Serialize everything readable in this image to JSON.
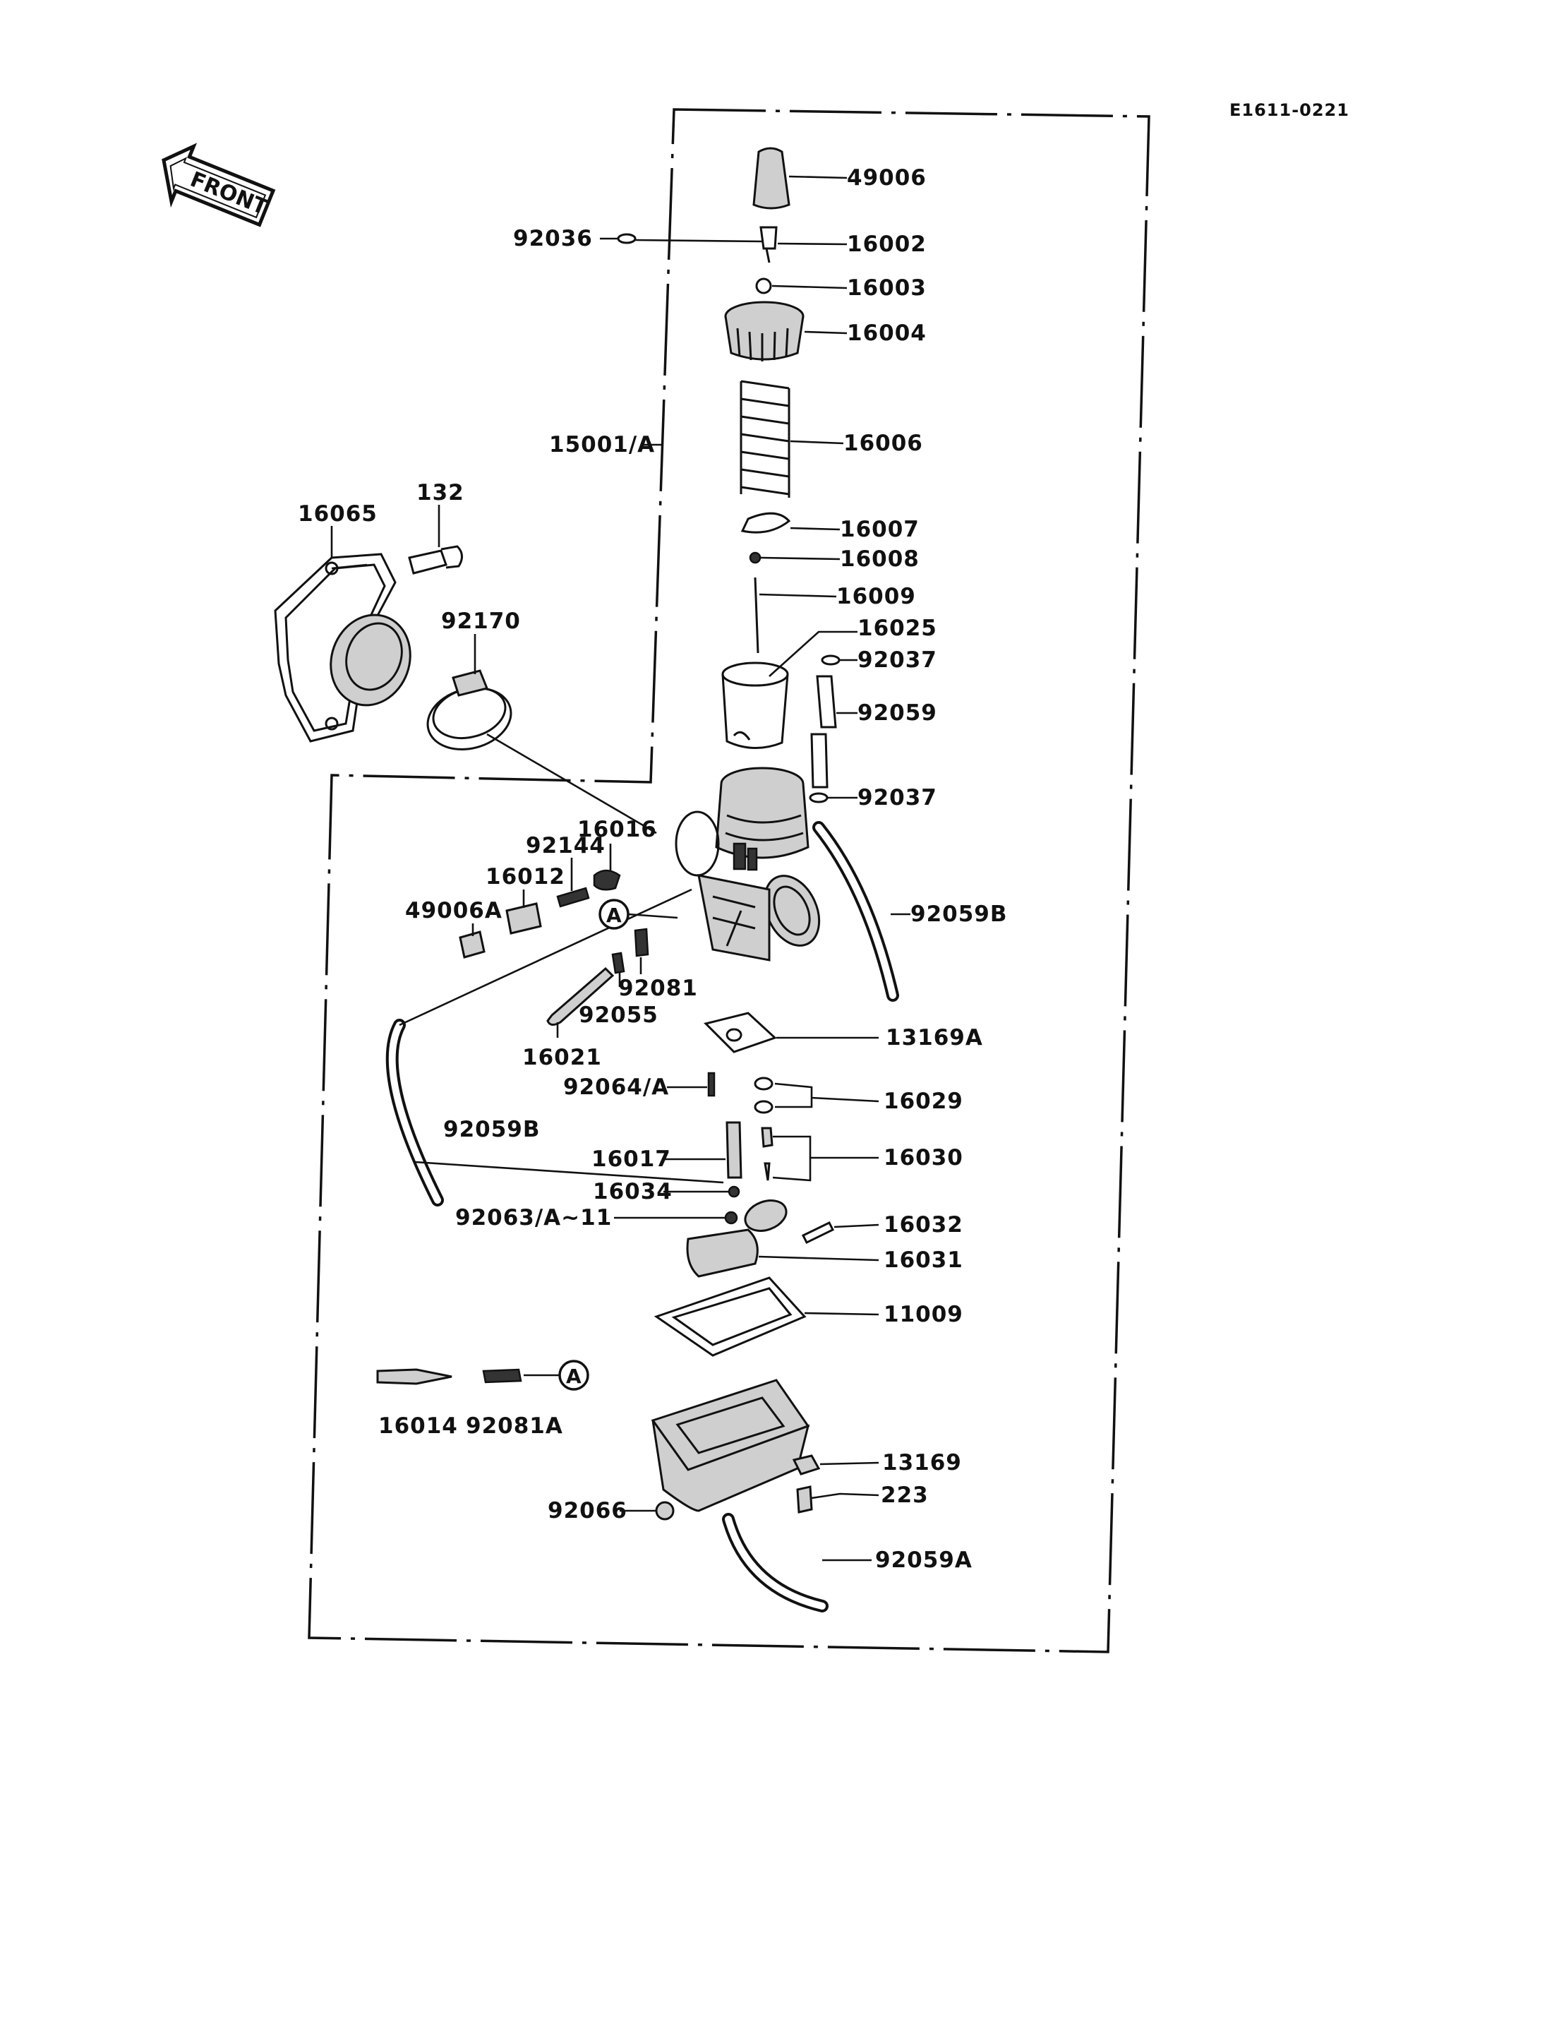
{
  "diagram_code": "E1611-0221",
  "front_label": "FRONT",
  "callouts": [
    {
      "id": "49006",
      "label": "49006"
    },
    {
      "id": "92036",
      "label": "92036"
    },
    {
      "id": "16002",
      "label": "16002"
    },
    {
      "id": "16003",
      "label": "16003"
    },
    {
      "id": "16004",
      "label": "16004"
    },
    {
      "id": "15001A",
      "label": "15001/A"
    },
    {
      "id": "16006",
      "label": "16006"
    },
    {
      "id": "16065",
      "label": "16065"
    },
    {
      "id": "132",
      "label": "132"
    },
    {
      "id": "16007",
      "label": "16007"
    },
    {
      "id": "16008",
      "label": "16008"
    },
    {
      "id": "16009",
      "label": "16009"
    },
    {
      "id": "92170",
      "label": "92170"
    },
    {
      "id": "16025",
      "label": "16025"
    },
    {
      "id": "92037a",
      "label": "92037"
    },
    {
      "id": "92059",
      "label": "92059"
    },
    {
      "id": "92037b",
      "label": "92037"
    },
    {
      "id": "16016",
      "label": "16016"
    },
    {
      "id": "92144",
      "label": "92144"
    },
    {
      "id": "16012",
      "label": "16012"
    },
    {
      "id": "49006A",
      "label": "49006A"
    },
    {
      "id": "92059B_right",
      "label": "92059B"
    },
    {
      "id": "92081",
      "label": "92081"
    },
    {
      "id": "92055",
      "label": "92055"
    },
    {
      "id": "16021",
      "label": "16021"
    },
    {
      "id": "13169A",
      "label": "13169A"
    },
    {
      "id": "92064A",
      "label": "92064/A"
    },
    {
      "id": "16029",
      "label": "16029"
    },
    {
      "id": "92059B_left",
      "label": "92059B"
    },
    {
      "id": "16017",
      "label": "16017"
    },
    {
      "id": "16030",
      "label": "16030"
    },
    {
      "id": "16034",
      "label": "16034"
    },
    {
      "id": "92063",
      "label": "92063/A~11"
    },
    {
      "id": "16032",
      "label": "16032"
    },
    {
      "id": "16031",
      "label": "16031"
    },
    {
      "id": "11009",
      "label": "11009"
    },
    {
      "id": "16014",
      "label": "16014"
    },
    {
      "id": "92081A",
      "label": "92081A"
    },
    {
      "id": "13169",
      "label": "13169"
    },
    {
      "id": "223",
      "label": "223"
    },
    {
      "id": "92066",
      "label": "92066"
    },
    {
      "id": "92059A",
      "label": "92059A"
    }
  ],
  "ref_marker": "A"
}
